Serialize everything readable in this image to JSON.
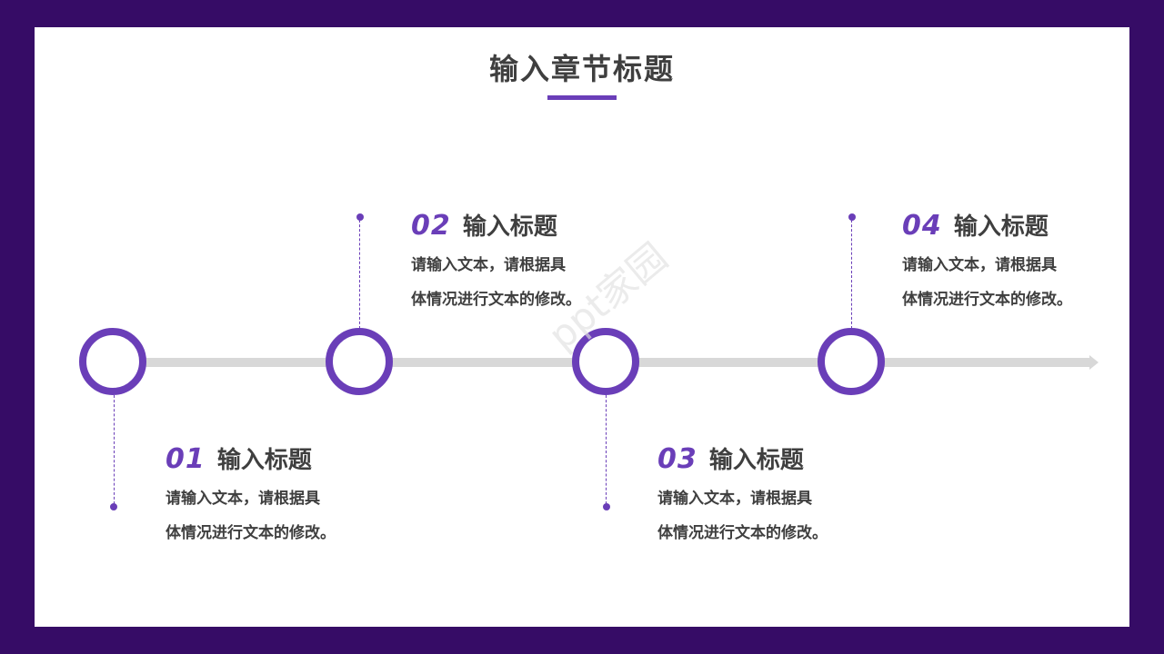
{
  "slide": {
    "title": "输入章节标题"
  },
  "timeline": [
    {
      "number": "01",
      "title": "输入标题",
      "desc_line1": "请输入文本，请根据具",
      "desc_line2": "体情况进行文本的修改。"
    },
    {
      "number": "02",
      "title": "输入标题",
      "desc_line1": "请输入文本，请根据具",
      "desc_line2": "体情况进行文本的修改。"
    },
    {
      "number": "03",
      "title": "输入标题",
      "desc_line1": "请输入文本，请根据具",
      "desc_line2": "体情况进行文本的修改。"
    },
    {
      "number": "04",
      "title": "输入标题",
      "desc_line1": "请输入文本，请根据具",
      "desc_line2": "体情况进行文本的修改。"
    }
  ],
  "watermark": {
    "text": "ppt家园"
  },
  "colors": {
    "frame": "#360c66",
    "accent": "#6a3eb8",
    "text": "#3f3f3f",
    "axis": "#d8d8d8"
  }
}
